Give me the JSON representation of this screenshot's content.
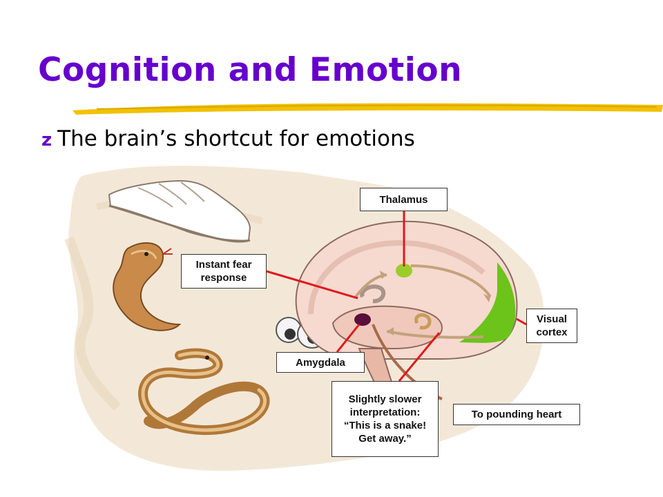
{
  "slide": {
    "title": "Cognition and Emotion",
    "bullet_symbol": "z",
    "bullet_text": "The brain’s shortcut for emotions"
  },
  "diagram": {
    "labels": {
      "thalamus": "Thalamus",
      "instant_fear": "Instant fear\nresponse",
      "visual_cortex": "Visual\ncortex",
      "amygdala": "Amygdala",
      "slower_interpretation": "Slightly slower\ninterpretation:\n“This is a snake!\nGet away.”",
      "pounding_heart": "To pounding heart"
    },
    "colors": {
      "title": "#6600cc",
      "underline": "#f2c100",
      "connector": "#e0191c",
      "thalamus_dot": "#9ccc2c",
      "amygdala_dot": "#5a0f3c",
      "visual_cortex_band": "#6cc31a"
    }
  }
}
